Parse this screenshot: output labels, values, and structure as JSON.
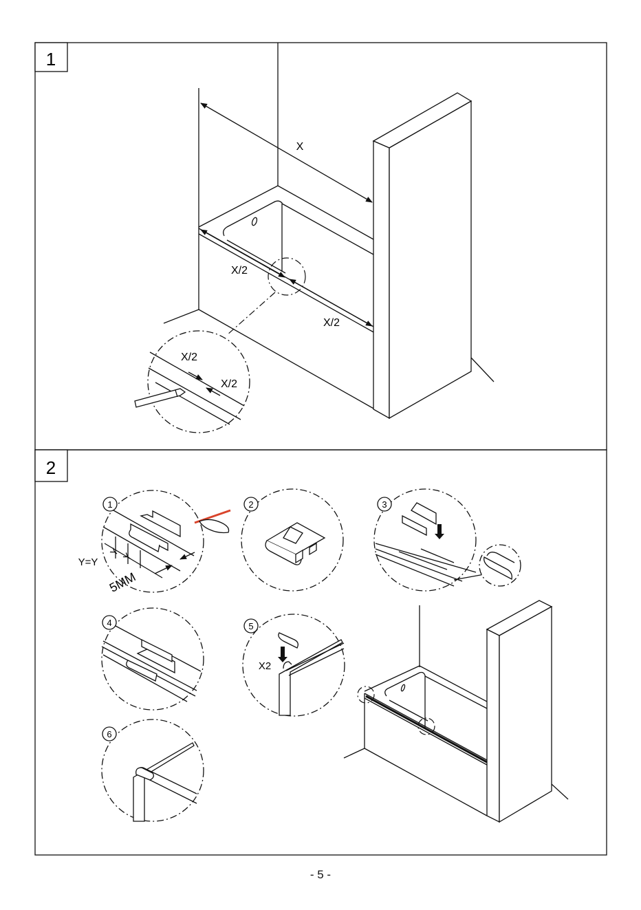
{
  "panel1": {
    "step_number": "1",
    "label_x": "X",
    "label_half_left": "X/2",
    "label_half_right": "X/2",
    "detail_half_top": "X/2",
    "detail_half_right": "X/2"
  },
  "panel2": {
    "step_number": "2",
    "sub_steps": [
      "1",
      "2",
      "3",
      "4",
      "5",
      "6"
    ],
    "label_y_equals": "Y=Y",
    "label_y_a": "Y",
    "label_y_b": "Y",
    "label_5mm": "5MM",
    "label_x2": "X2"
  },
  "footer": {
    "page_number": "- 5 -"
  },
  "colors": {
    "line": "#111111",
    "background": "#ffffff",
    "pencil_tip": "#d9442b"
  },
  "icons": [
    "pencil-icon",
    "hand-with-pencil-icon",
    "down-arrow-icon"
  ]
}
